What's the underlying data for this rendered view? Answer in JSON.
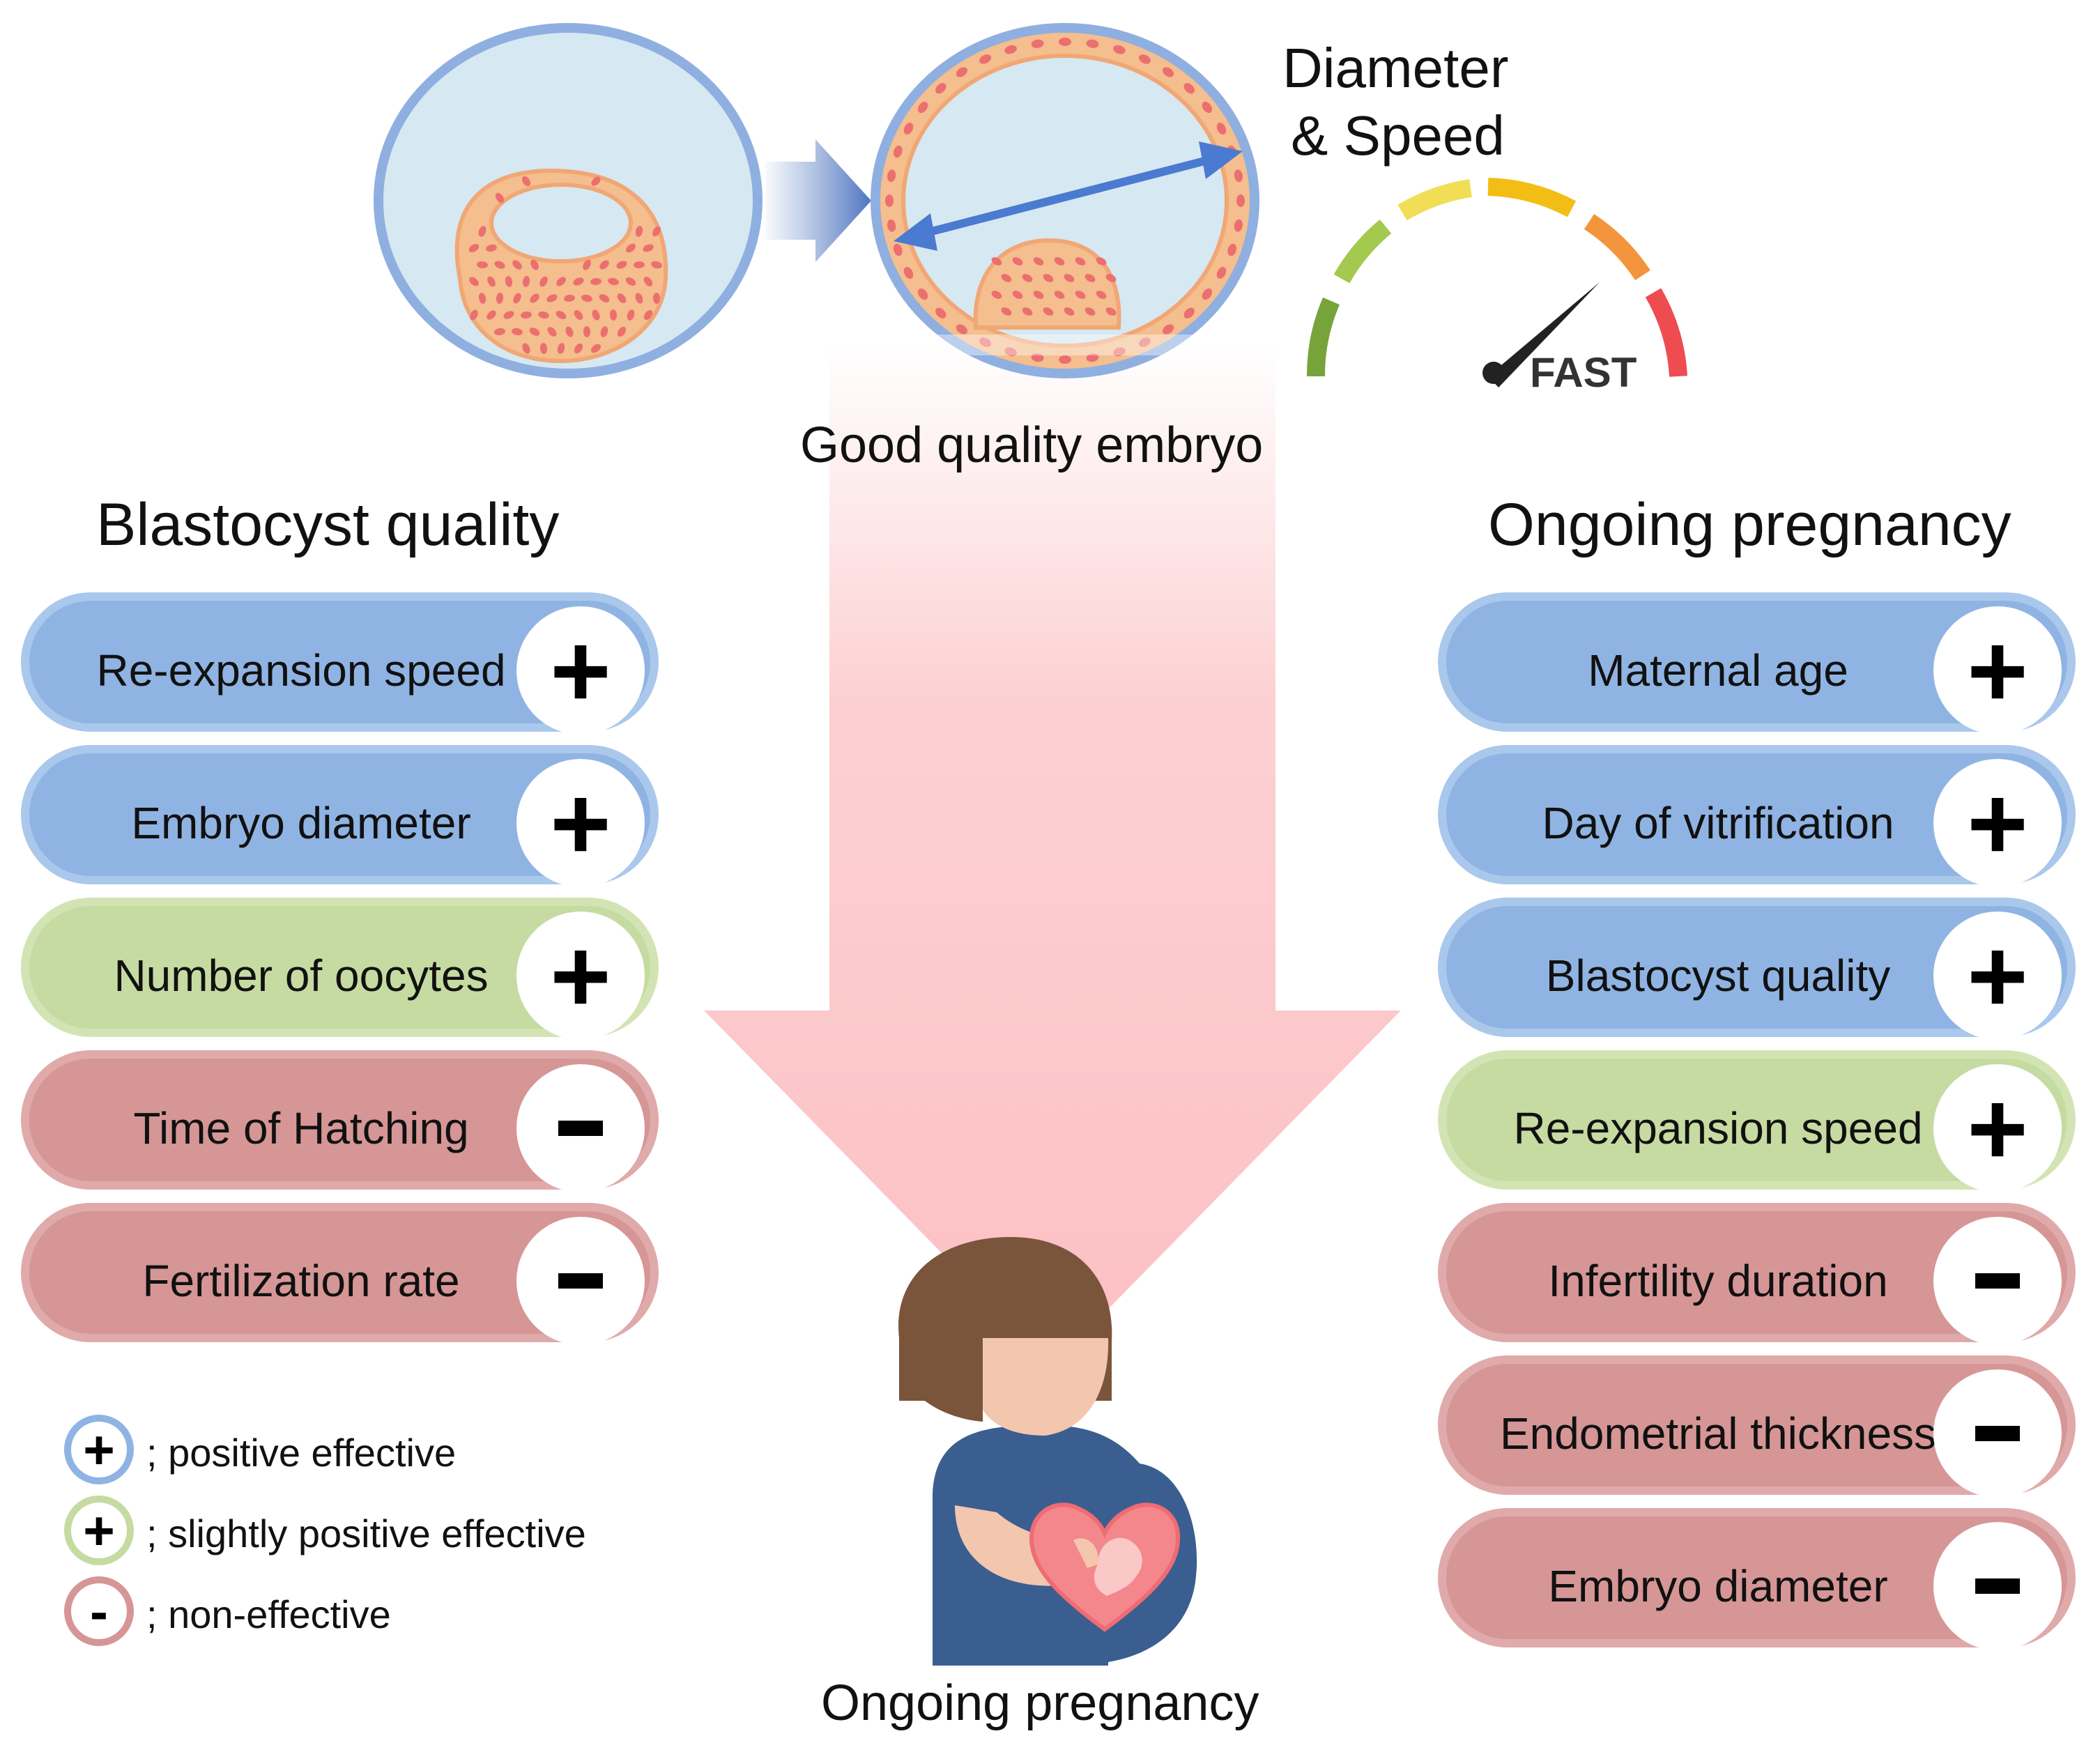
{
  "colors": {
    "blue": "#8FB4E3",
    "blue_border": "#A9C8EC",
    "green": "#C6DBA1",
    "green_border": "#D3E4B4",
    "red": "#D69696",
    "red_border": "#E0AAAA",
    "zona": "#8FAFE0",
    "fluid": "#D6E8F2",
    "cells": "#F4BE8E",
    "nuclei": "#EC6F70",
    "arrow_blue": "#4A7BD0",
    "big_arrow": "#FCC8CA",
    "hair": "#7A553B",
    "skin": "#F3C6AE",
    "shirt": "#3A5E90",
    "heart": "#F3878C"
  },
  "icons": {
    "embryo_before": "blastocyst-icon",
    "embryo_after": "expanded-blastocyst-icon",
    "diameter_arrow": "double-arrow-icon",
    "gauge": "speedometer-icon",
    "mother": "pregnant-woman-icon"
  },
  "gauge": {
    "label": "FAST"
  },
  "header": {
    "diameter_speed_line1": "Diameter",
    "diameter_speed_line2": "& Speed",
    "good_quality": "Good quality embryo",
    "bottom_caption": "Ongoing pregnancy"
  },
  "left": {
    "title": "Blastocyst quality",
    "items": [
      {
        "label": "Re-expansion speed",
        "color": "blue",
        "sign": "plus"
      },
      {
        "label": "Embryo diameter",
        "color": "blue",
        "sign": "plus"
      },
      {
        "label": "Number of oocytes",
        "color": "green",
        "sign": "plus"
      },
      {
        "label": "Time of Hatching",
        "color": "red",
        "sign": "minus"
      },
      {
        "label": "Fertilization rate",
        "color": "red",
        "sign": "minus"
      }
    ]
  },
  "right": {
    "title": "Ongoing pregnancy",
    "items": [
      {
        "label": "Maternal age",
        "color": "blue",
        "sign": "plus"
      },
      {
        "label": "Day of vitrification",
        "color": "blue",
        "sign": "plus"
      },
      {
        "label": "Blastocyst quality",
        "color": "blue",
        "sign": "plus"
      },
      {
        "label": "Re-expansion speed",
        "color": "green",
        "sign": "plus"
      },
      {
        "label": "Infertility duration",
        "color": "red",
        "sign": "minus"
      },
      {
        "label": "Endometrial thickness",
        "color": "red",
        "sign": "minus"
      },
      {
        "label": "Embryo diameter",
        "color": "red",
        "sign": "minus"
      }
    ]
  },
  "legend": [
    {
      "symbol": "+",
      "color": "blue",
      "text": "; positive effective"
    },
    {
      "symbol": "+",
      "color": "green",
      "text": "; slightly positive effective"
    },
    {
      "symbol": "-",
      "color": "red",
      "text": "; non-effective"
    }
  ]
}
